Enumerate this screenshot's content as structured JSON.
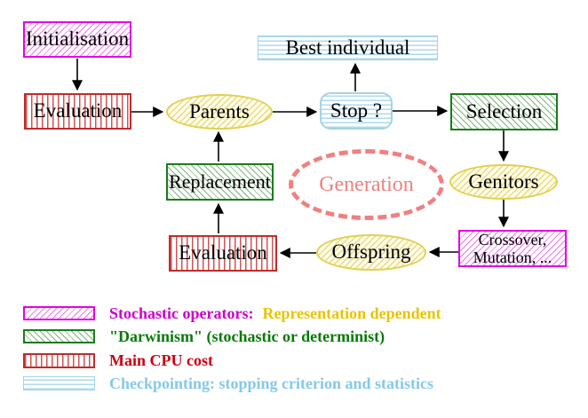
{
  "nodes": {
    "initialisation": "Initialisation",
    "evaluation_top": "Evaluation",
    "parents": "Parents",
    "stop": "Stop ?",
    "best_individual": "Best individual",
    "selection": "Selection",
    "genitors": "Genitors",
    "crossover_line1": "Crossover,",
    "crossover_line2": "Mutation, ...",
    "offspring": "Offspring",
    "evaluation_bottom": "Evaluation",
    "replacement": "Replacement",
    "generation": "Generation"
  },
  "legend": {
    "items": [
      {
        "swatch": "magenta-diagonal-hatch",
        "text": "Stochastic operators:",
        "text2": "Representation dependent"
      },
      {
        "swatch": "green-diagonal-hatch",
        "text": "\"Darwinism\" (stochastic or determinist)"
      },
      {
        "swatch": "red-vertical-lines",
        "text": "Main CPU cost"
      },
      {
        "swatch": "cyan-horizontal-lines",
        "text": "Checkpointing: stopping criterion and statistics"
      }
    ]
  },
  "colors": {
    "magenta_border": "#e202e2",
    "magenta_text": "#cc00cc",
    "gold_text": "#e8c400",
    "green_border": "#1a7c1a",
    "green_text": "#0a7a0a",
    "red_border": "#c32a2a",
    "red_text": "#cc0011",
    "cyan_border": "#a5d3e3",
    "cyan_text": "#85c9e8",
    "yellow_border": "#e3cf4e",
    "coral": "#f08080",
    "arrow": "#000000"
  }
}
